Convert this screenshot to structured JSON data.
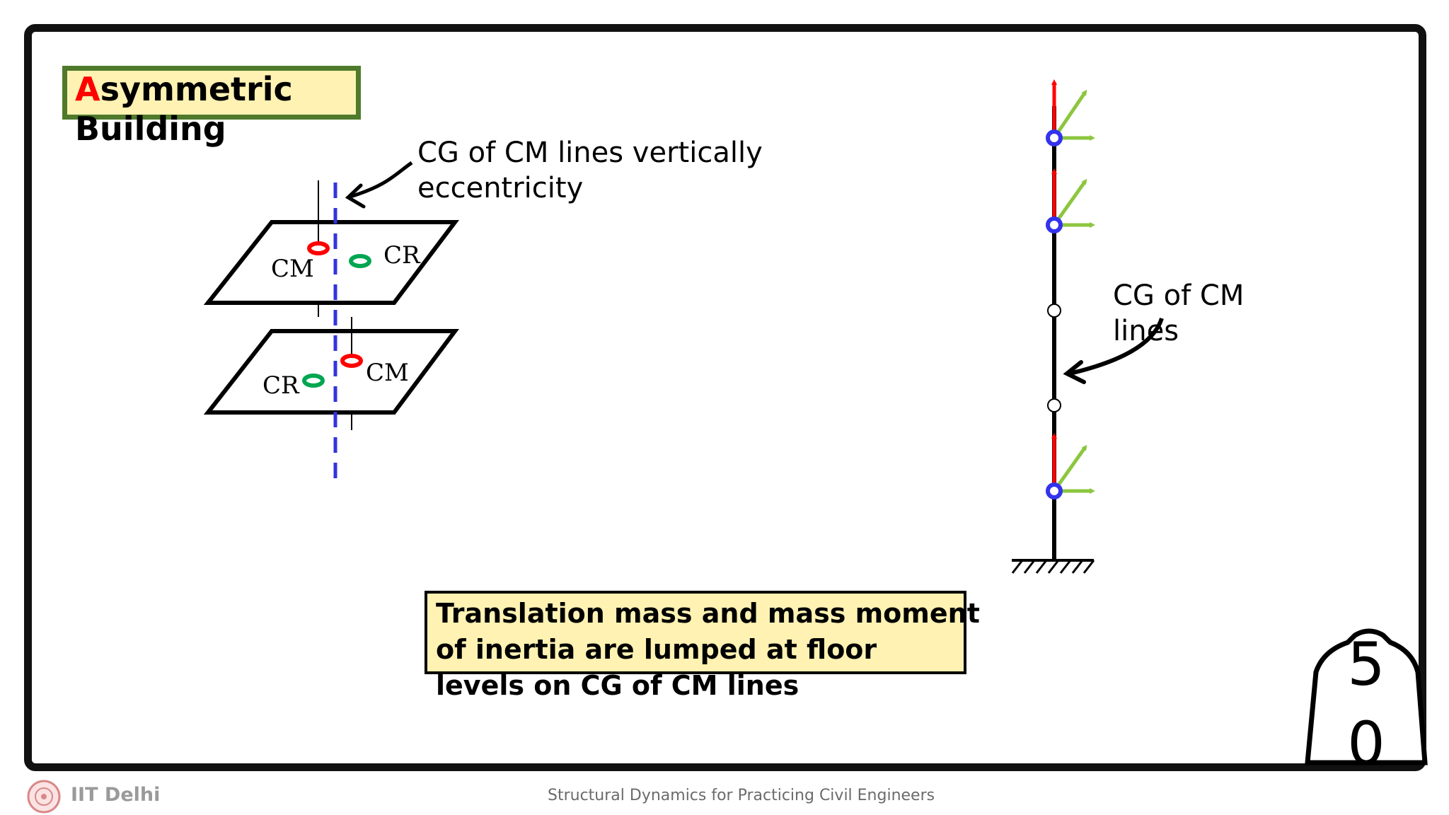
{
  "slide": {
    "title_first_letter": "A",
    "title_rest_line1": "symmetric",
    "title_line2": "Building",
    "eccentricity_note_line1": "CG of CM lines vertically",
    "eccentricity_note_line2": "eccentricity",
    "cg_note_line1": "CG of CM",
    "cg_note_line2": "lines",
    "summary_line1": "Translation mass and mass moment",
    "summary_line2": "of inertia are lumped at floor",
    "summary_line3": "levels on CG of CM lines",
    "page_number_top": "5",
    "page_number_bottom": "0"
  },
  "floor_plans": {
    "upper": {
      "cm_label": "CM",
      "cr_label": "CR"
    },
    "lower": {
      "cm_label": "CM",
      "cr_label": "CR"
    }
  },
  "colors": {
    "title_accent": "#ff0000",
    "title_box_fill": "#fff2b3",
    "title_box_border": "#4f7a2b",
    "cm_marker": "#ff0000",
    "cr_marker": "#00a651",
    "cg_line": "#3333dd",
    "node": "#3333ee",
    "vertical_arrow": "#ff0000",
    "horizontal_arrow": "#8cc63f"
  },
  "footer": {
    "logo_text": "IIT Delhi",
    "course_title": "Structural Dynamics for Practicing Civil Engineers"
  }
}
